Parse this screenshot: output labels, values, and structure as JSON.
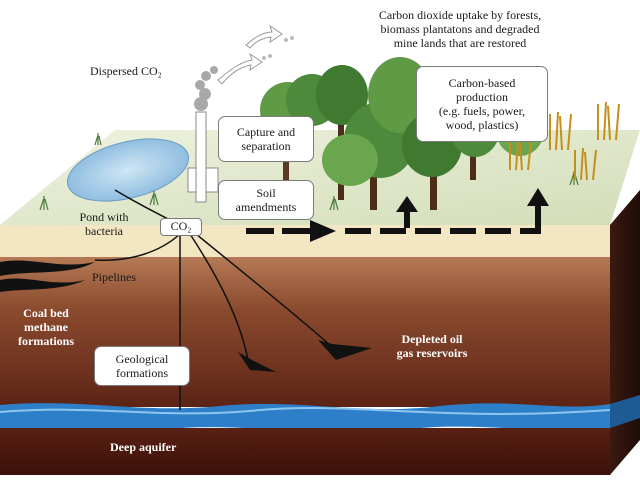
{
  "labels": {
    "uptake": "Carbon dioxide uptake by forests,\nbiomass plantatons and degraded\nmine lands that are restored",
    "dispersed": "Dispersed CO₂",
    "carbon_based": "Carbon-based\nproduction\n(e.g. fuels, power,\nwood, plastics)",
    "capture": "Capture and\nseparation",
    "soil": "Soil\namendments",
    "pond": "Pond with\nbacteria",
    "co2_hub": "CO₂",
    "pipelines": "Pipelines",
    "coal_bed": "Coal bed\nmethane\nformations",
    "geological": "Geological\nformations",
    "depleted": "Depleted oil\ngas reservoirs",
    "deep_aquifer": "Deep aquifer"
  },
  "colors": {
    "topsoil": "#f3e6c2",
    "ground_surface": "#d8e3c2",
    "brown_layer": "#8a4a2e",
    "dark_layer": "#4a1a10",
    "aquifer": "#2e7fc9",
    "pond": "#9cc8e6",
    "tree_green": "#4e8a3c",
    "wheat": "#d9a52a",
    "smoke": "#a8a8a8"
  }
}
